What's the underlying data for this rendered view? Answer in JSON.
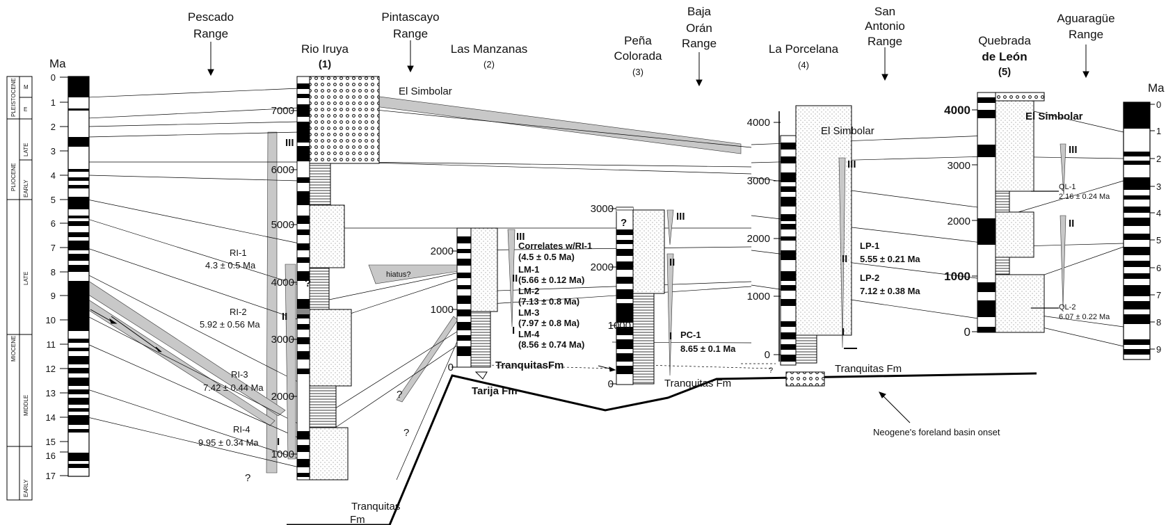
{
  "ma_left_label": "Ma",
  "ma_right_label": "Ma",
  "left_ticks": [
    "0",
    "1",
    "2",
    "3",
    "4",
    "5",
    "6",
    "7",
    "8",
    "9",
    "10",
    "11",
    "12",
    "13",
    "14",
    "15",
    "16",
    "17"
  ],
  "right_ticks": [
    "0",
    "1",
    "2",
    "3",
    "4",
    "5",
    "6",
    "7",
    "8",
    "9"
  ],
  "epochs": {
    "pleistocene": "PLEISTOCENE",
    "pliocene": "PLIOCENE",
    "miocene": "MIOCENE",
    "m": "M",
    "e": "E",
    "late": "LATE",
    "early": "EARLY",
    "middle": "MIDDLE"
  },
  "ranges": {
    "pescado": [
      "Pescado",
      "Range"
    ],
    "pintascayo": [
      "Pintascayo",
      "Range"
    ],
    "baja_oran": [
      "Baja",
      "Orán",
      "Range"
    ],
    "san_antonio": [
      "San",
      "Antonio",
      "Range"
    ],
    "aguarague": [
      "Aguaragüe",
      "Range"
    ]
  },
  "sections": {
    "rio_iruya": {
      "name": "Rio Iruya",
      "num": "(1)"
    },
    "las_manzanas": {
      "name": "Las Manzanas",
      "num": "(2)"
    },
    "pena_colorada": {
      "name": [
        "Peña",
        "Colorada"
      ],
      "num": "(3)"
    },
    "la_porcelana": {
      "name": "La Porcelana",
      "num": "(4)"
    },
    "quebrada_leon": {
      "name": [
        "Quebrada",
        "de León"
      ],
      "num": "(5)"
    }
  },
  "scales": {
    "rio_iruya": [
      "7000",
      "6000",
      "5000",
      "4000",
      "3000",
      "2000",
      "1000"
    ],
    "las_manzanas": [
      "2000",
      "1000",
      "0"
    ],
    "pena_colorada": [
      "3000",
      "2000",
      "1000",
      "0"
    ],
    "la_porcelana": [
      "4000",
      "3000",
      "2000",
      "1000",
      "0"
    ],
    "quebrada_leon": [
      "4000",
      "3000",
      "2000",
      "1000",
      "0"
    ]
  },
  "formations": {
    "el_simbolar_1": "El Simbolar",
    "el_simbolar_4": "El Simbolar",
    "el_simbolar_5": "El Simbolar",
    "tranquitas_1": [
      "Tranquitas",
      "Fm"
    ],
    "tranquitas_2": "TranquitasFm",
    "tarija": "Tarija Fm",
    "tranquitas_3": "Tranquitas Fm",
    "tranquitas_4": "Tranquitas Fm"
  },
  "roman": {
    "i": "I",
    "ii": "II",
    "iii": "III"
  },
  "samples_rio_iruya": [
    {
      "id": "RI-1",
      "age": "4.3 ± 0.5 Ma"
    },
    {
      "id": "RI-2",
      "age": "5.92 ± 0.56 Ma"
    },
    {
      "id": "RI-3",
      "age": "7.42 ± 0.44 Ma"
    },
    {
      "id": "RI-4",
      "age": "9.95 ± 0.34 Ma"
    }
  ],
  "samples_las_manzanas": {
    "correlates": [
      "Correlates w/RI-1",
      "(4.5 ± 0.5 Ma)"
    ],
    "lm1": [
      "LM-1",
      "(5.66 ± 0.12 Ma)"
    ],
    "lm2": [
      "LM-2",
      "(7.13 ± 0.8 Ma)"
    ],
    "lm3": [
      "LM-3",
      "(7.97 ±  0.8 Ma)"
    ],
    "lm4": [
      "LM-4",
      "(8.56 ± 0.74 Ma)"
    ]
  },
  "sample_pc1": [
    "PC-1",
    "8.65 ± 0.1 Ma"
  ],
  "samples_la_porcelana": [
    {
      "id": "LP-1",
      "age": "5.55 ± 0.21  Ma"
    },
    {
      "id": "LP-2",
      "age": "7.12 ± 0.38 Ma"
    }
  ],
  "samples_quebrada": [
    {
      "id": "QL-1",
      "age": "2.16 ± 0.24 Ma"
    },
    {
      "id": "QL-2",
      "age": "6.07 ± 0.22 Ma"
    }
  ],
  "hiatus": "hiatus?",
  "question": "?",
  "onset_label": "Neogene's foreland basin onset"
}
